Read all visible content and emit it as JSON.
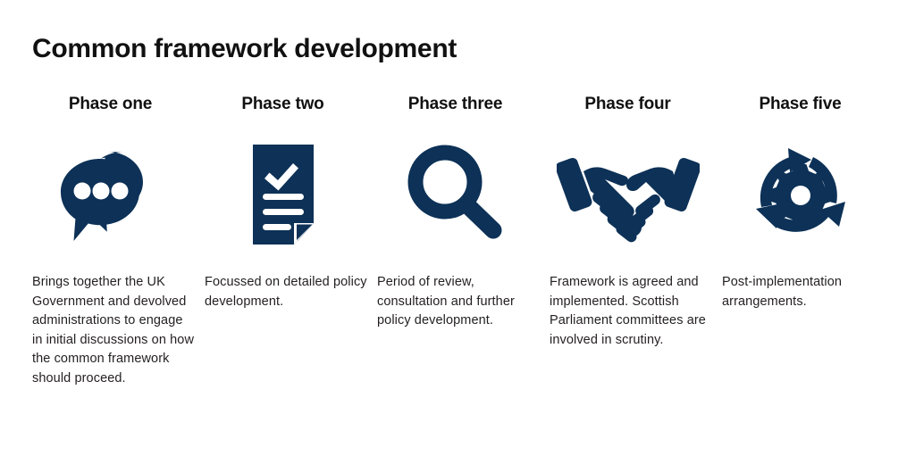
{
  "title": "Common framework development",
  "theme": {
    "background": "#ffffff",
    "icon_navy": "#0d3157",
    "title_color": "#111111",
    "body_color": "#231f20"
  },
  "phases": [
    {
      "heading": "Phase one",
      "icon": "speech-bubbles-icon",
      "description": "Brings together the UK Government and devolved administrations to engage in initial discussions on how the common framework should proceed."
    },
    {
      "heading": "Phase two",
      "icon": "document-check-icon",
      "description": "Focussed on detailed policy development."
    },
    {
      "heading": "Phase three",
      "icon": "magnifying-glass-icon",
      "description": "Period of review, consultation and further policy development."
    },
    {
      "heading": "Phase four",
      "icon": "handshake-icon",
      "description": "Framework is agreed and implemented. Scottish Parliament committees are involved in scrutiny."
    },
    {
      "heading": "Phase five",
      "icon": "gear-cycle-icon",
      "description": "Post-implementation arrangements."
    }
  ]
}
